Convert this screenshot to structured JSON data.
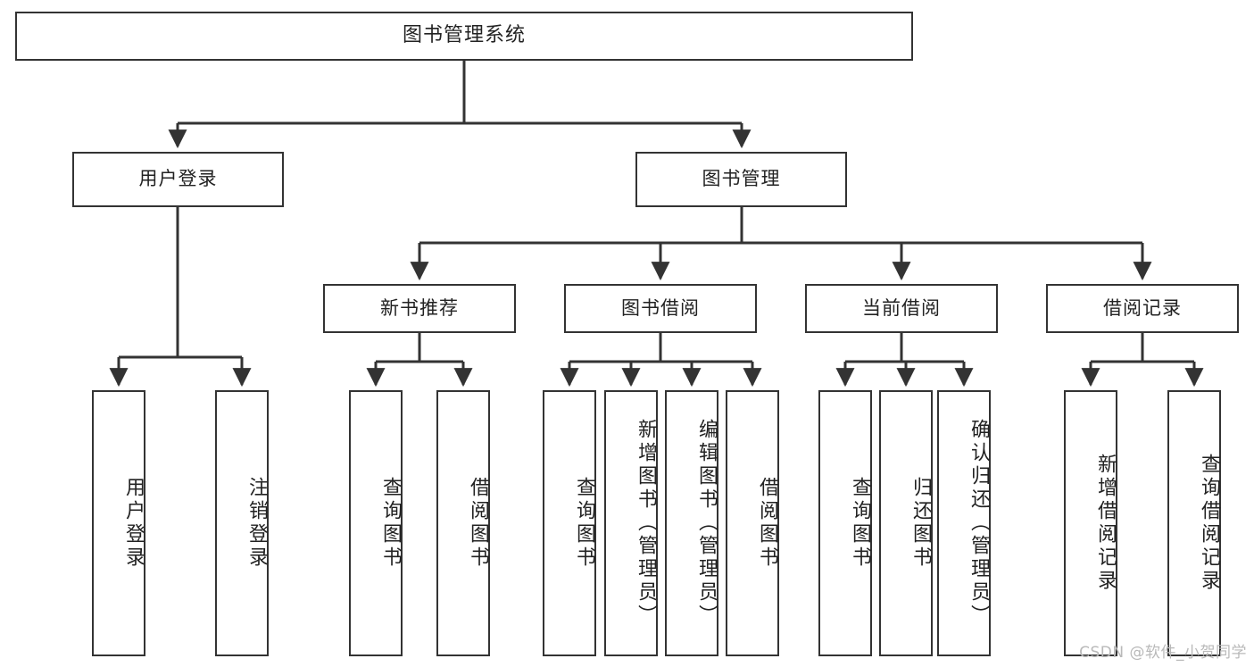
{
  "diagram": {
    "title": "图书管理系统",
    "watermark": "CSDN @软件_小贺同学",
    "colors": {
      "stroke": "#333333",
      "box_fill": "#ffffff",
      "text": "#222222",
      "background": "#ffffff",
      "watermark": "#b9b9b9"
    },
    "levels": {
      "root": "图书管理系统",
      "level2": [
        "用户登录",
        "图书管理"
      ],
      "level3": [
        "新书推荐",
        "图书借阅",
        "当前借阅",
        "借阅记录"
      ]
    },
    "nodes": {
      "root": "图书管理系统",
      "user_login": "用户登录",
      "book_manage": "图书管理",
      "new_book_rec": "新书推荐",
      "book_borrow": "图书借阅",
      "current_borrow": "当前借阅",
      "borrow_record": "借阅记录",
      "leaf_user_login": "用户登录",
      "leaf_logout": "注销登录",
      "leaf_query_book_1": "查询图书",
      "leaf_borrow_book_1": "借阅图书",
      "leaf_query_book_2": "查询图书",
      "leaf_add_book": "新增图书（管理员）",
      "leaf_edit_book": "编辑图书（管理员）",
      "leaf_borrow_book_2": "借阅图书",
      "leaf_query_book_3": "查询图书",
      "leaf_return_book": "归还图书",
      "leaf_confirm_return": "确认归还（管理员）",
      "leaf_add_record": "新增借阅记录",
      "leaf_query_record": "查询借阅记录"
    },
    "tree": [
      {
        "label": "图书管理系统",
        "children": [
          {
            "label": "用户登录",
            "children": [
              {
                "label": "用户登录",
                "children": []
              },
              {
                "label": "注销登录",
                "children": []
              }
            ]
          },
          {
            "label": "图书管理",
            "children": [
              {
                "label": "新书推荐",
                "children": [
                  {
                    "label": "查询图书",
                    "children": []
                  },
                  {
                    "label": "借阅图书",
                    "children": []
                  }
                ]
              },
              {
                "label": "图书借阅",
                "children": [
                  {
                    "label": "查询图书",
                    "children": []
                  },
                  {
                    "label": "新增图书（管理员）",
                    "children": []
                  },
                  {
                    "label": "编辑图书（管理员）",
                    "children": []
                  },
                  {
                    "label": "借阅图书",
                    "children": []
                  }
                ]
              },
              {
                "label": "当前借阅",
                "children": [
                  {
                    "label": "查询图书",
                    "children": []
                  },
                  {
                    "label": "归还图书",
                    "children": []
                  },
                  {
                    "label": "确认归还（管理员）",
                    "children": []
                  }
                ]
              },
              {
                "label": "借阅记录",
                "children": [
                  {
                    "label": "新增借阅记录",
                    "children": []
                  },
                  {
                    "label": "查询借阅记录",
                    "children": []
                  }
                ]
              }
            ]
          }
        ]
      }
    ]
  }
}
